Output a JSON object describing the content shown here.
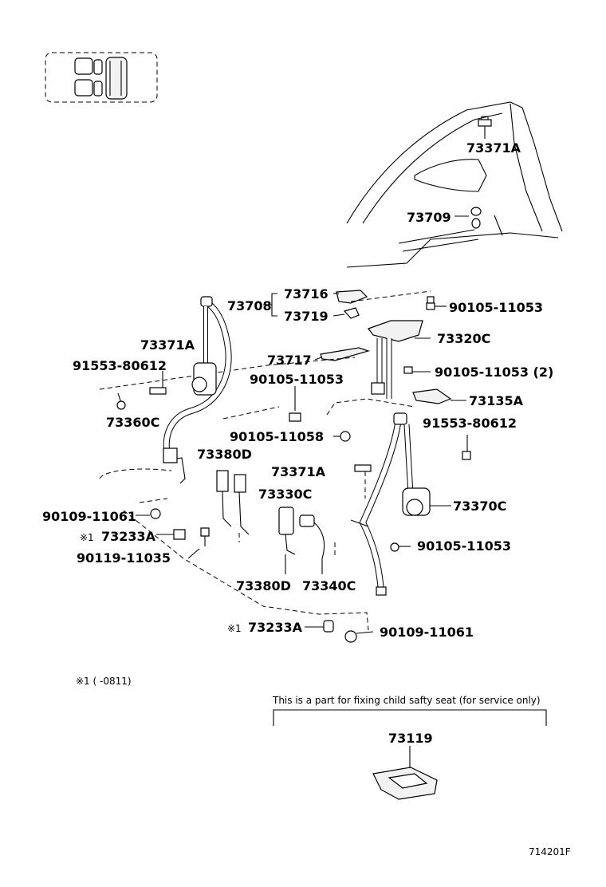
{
  "parts": {
    "p73371A_top": "73371A",
    "p73709": "73709",
    "p73716": "73716",
    "p73708": "73708",
    "p73719": "73719",
    "p90105_11053_a": "90105-11053",
    "p73371A_mid": "73371A",
    "p73717": "73717",
    "p73320C": "73320C",
    "p91553_80612_a": "91553-80612",
    "p90105_11053_b": "90105-11053",
    "p90105_11053_2": "90105-11053 (2)",
    "p73135A": "73135A",
    "p73360C": "73360C",
    "p91553_80612_b": "91553-80612",
    "p90105_11058": "90105-11058",
    "p73380D_a": "73380D",
    "p73371A_low": "73371A",
    "p73330C": "73330C",
    "p73370C": "73370C",
    "p90109_11061_a": "90109-11061",
    "p73233A_a": "73233A",
    "p90105_11053_c": "90105-11053",
    "p90119_11035": "90119-11035",
    "p73380D_b": "73380D",
    "p73340C": "73340C",
    "p73233A_b": "73233A",
    "p90109_11061_b": "90109-11061",
    "p73119": "73119"
  },
  "footnote_mark": "※1",
  "footnote": "※1 (  -0811)",
  "service_note": "This is a part for fixing child safty seat (for service only)",
  "diagram_code": "714201F",
  "icon": "seat-location-icon"
}
